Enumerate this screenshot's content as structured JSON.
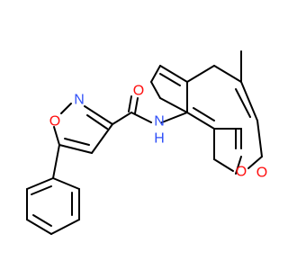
{
  "molecule": {
    "atom_labels": {
      "isoxazole_n": "N",
      "isoxazole_o": "O",
      "amide_o": "O",
      "amide_nh": "N",
      "amide_h": "H",
      "ring_o": "O",
      "carbonyl_o": "O"
    },
    "colors": {
      "bond": "#000000",
      "nitrogen": "#3050F8",
      "oxygen": "#FF0D0D"
    }
  }
}
